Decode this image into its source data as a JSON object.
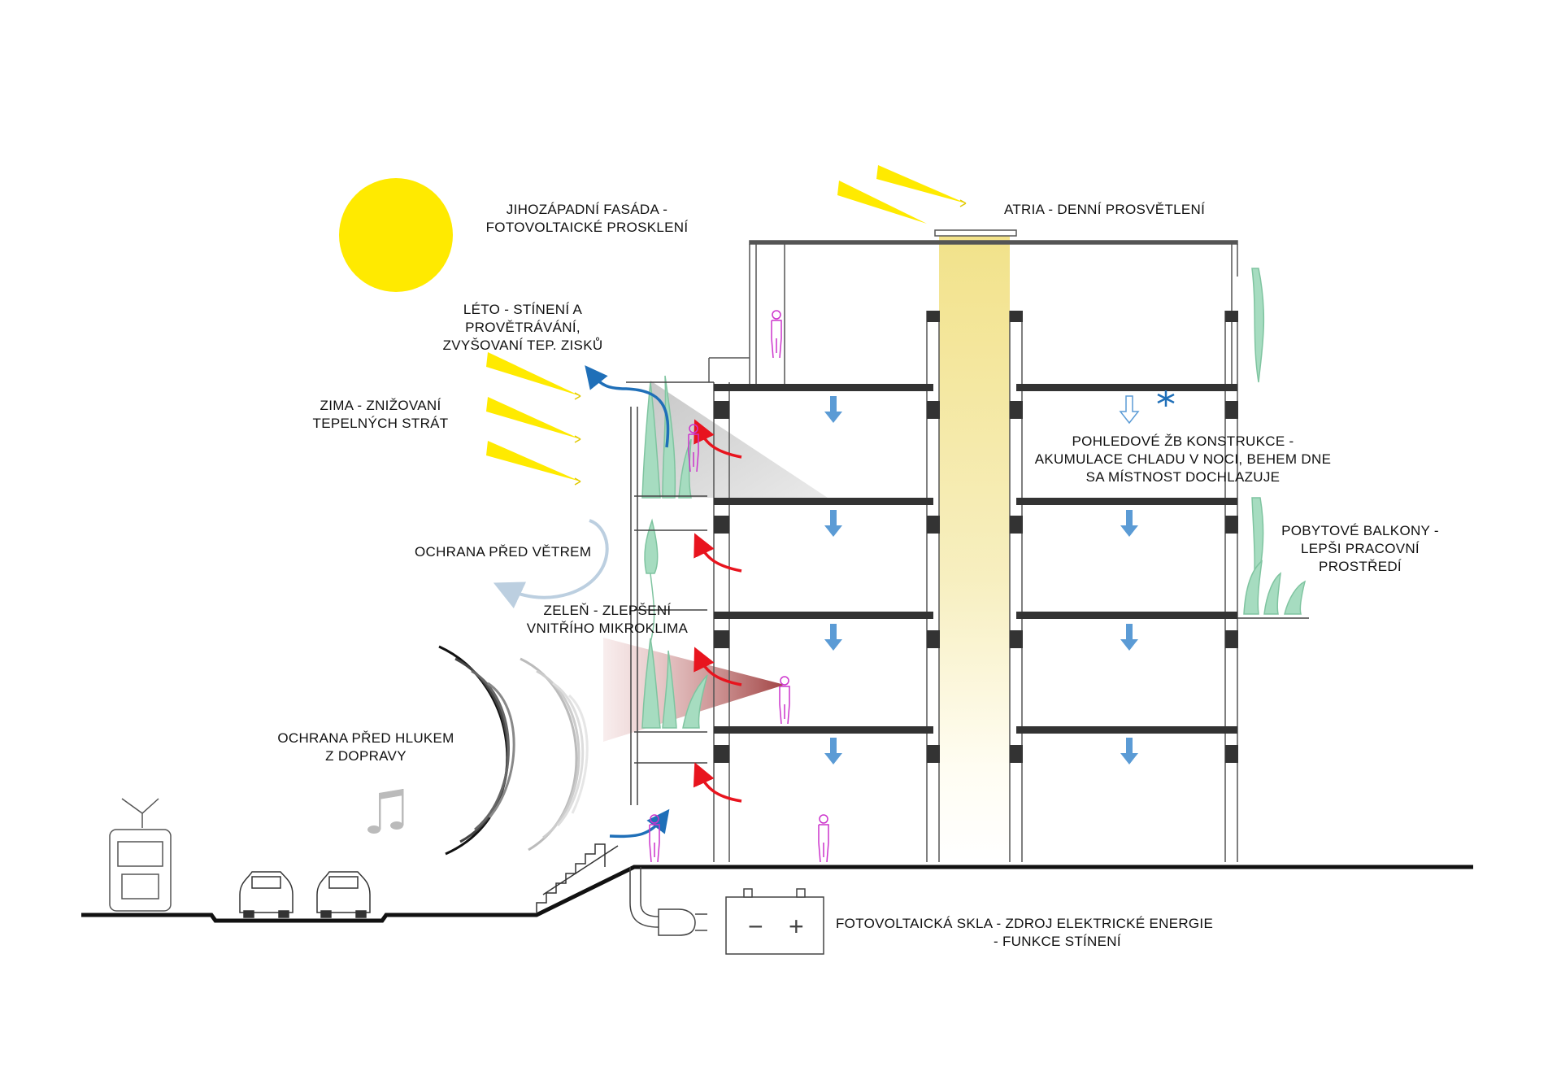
{
  "labels": {
    "facade": [
      "JIHOZÁPADNÍ FASÁDA -",
      "FOTOVOLTAICKÉ PROSKLENÍ"
    ],
    "atria": [
      "ATRIA - DENNÍ PROSVĚTLENÍ"
    ],
    "summer": [
      "LÉTO - STÍNENÍ A",
      "PROVĚTRÁVÁNÍ,",
      "ZVYŠOVANÍ TEP. ZISKŮ"
    ],
    "winter": [
      "ZIMA - ZNIŽOVANÍ",
      "TEPELNÝCH STRÁT"
    ],
    "concrete": [
      "POHLEDOVÉ ŽB KONSTRUKCE -",
      "AKUMULACE CHLADU V NOCI, BEHEM DNE",
      "SA MÍSTNOST DOCHLAZUJE"
    ],
    "wind": [
      "OCHRANA PŘED VĚTREM"
    ],
    "balcony": [
      "POBYTOVÉ BALKONY -",
      "LEPŠI PRACOVNÍ",
      "PROSTŘEDÍ"
    ],
    "green": [
      "ZELEŇ - ZLEPŠENÍ",
      "VNITŘÍHO MIKROKLIMA"
    ],
    "noise": [
      "OCHRANA PŘED HLUKEM",
      "Z DOPRAVY"
    ],
    "pv": [
      "FOTOVOLTAICKÁ SKLA  -  ZDROJ ELEKTRICKÉ ENERGIE",
      "- FUNKCE STÍNENÍ"
    ]
  },
  "battery": {
    "minus": "−",
    "plus": "+"
  },
  "colors": {
    "sun": "#ffea00",
    "warm_air": "#e8141e",
    "cool_air": "#1f6fb8",
    "cold_arrow": "#5b9bd5",
    "greenery": "#8fd3b0",
    "people": "#cc33cc",
    "atrium": "#f3e596"
  }
}
